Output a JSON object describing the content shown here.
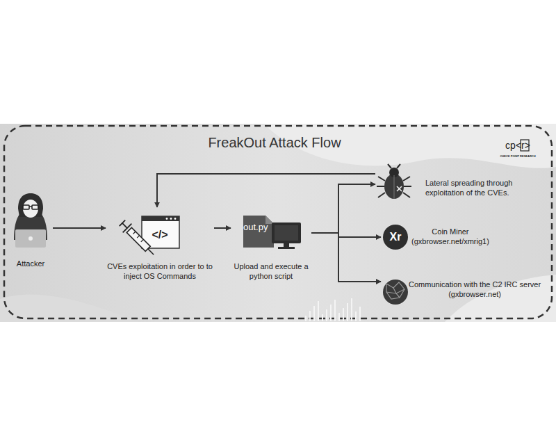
{
  "diagram": {
    "title": "FreakOut Attack Flow",
    "nodes": [
      {
        "text": [
          "Attacker"
        ]
      },
      {
        "text": [
          "CVEs exploitation in order to to inject OS Commands"
        ]
      },
      {
        "text": [
          "out.py",
          "Upload and execute a python script"
        ]
      },
      {
        "text": [
          "Lateral spreading through exploitation of the CVEs."
        ]
      },
      {
        "text": [
          "Coin Miner",
          "(gxbrowser.net/xmrig1)"
        ]
      },
      {
        "text": [
          "Communication with the C2 IRC server",
          "(gxbrowser.net)"
        ]
      }
    ],
    "edges": [
      {
        "from": 0,
        "to": 1,
        "arrow": "to"
      },
      {
        "from": 1,
        "to": 2,
        "arrow": "to"
      },
      {
        "from": 2,
        "to": 3,
        "arrow": "to"
      },
      {
        "from": 2,
        "to": 4,
        "arrow": "to"
      },
      {
        "from": 2,
        "to": 5,
        "arrow": "to"
      },
      {
        "from": 3,
        "to": 1,
        "arrow": "to"
      }
    ],
    "labels": [
      "</>",
      "Xr",
      "cp<r>",
      "CHECK POINT RESEARCH"
    ]
  }
}
